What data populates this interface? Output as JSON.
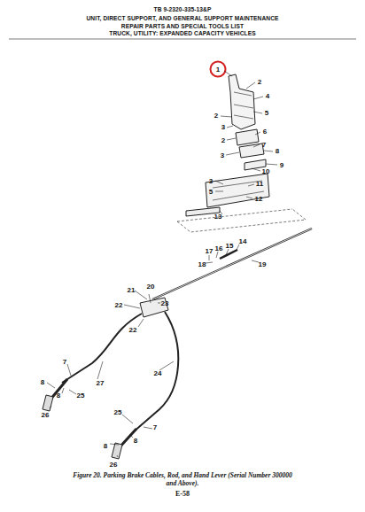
{
  "diagram": {
    "title": "TB 9-2320-335-13&P",
    "caption": "Figure 20. Parking Brake Cables, Rod, and Hand Lever (Serial Number 300000 and Above).",
    "labels": [
      "UNIT, DIRECT SUPPORT, AND GENERAL SUPPORT MAINTENANCE",
      "REPAIR PARTS AND SPECIAL TOOLS LIST",
      "TRUCK, UTILITY: EXPANDED CAPACITY VEHICLES",
      "1",
      "2",
      "4",
      "2",
      "5",
      "3",
      "6",
      "2",
      "7",
      "3",
      "8",
      "9",
      "10",
      "3",
      "11",
      "5",
      "12",
      "13",
      "14",
      "15",
      "16",
      "17",
      "18",
      "19",
      "21",
      "20",
      "22",
      "23",
      "22",
      "7",
      "24",
      "27",
      "8",
      "8",
      "25",
      "26",
      "25",
      "7",
      "8",
      "8",
      "26",
      "E-58"
    ]
  }
}
